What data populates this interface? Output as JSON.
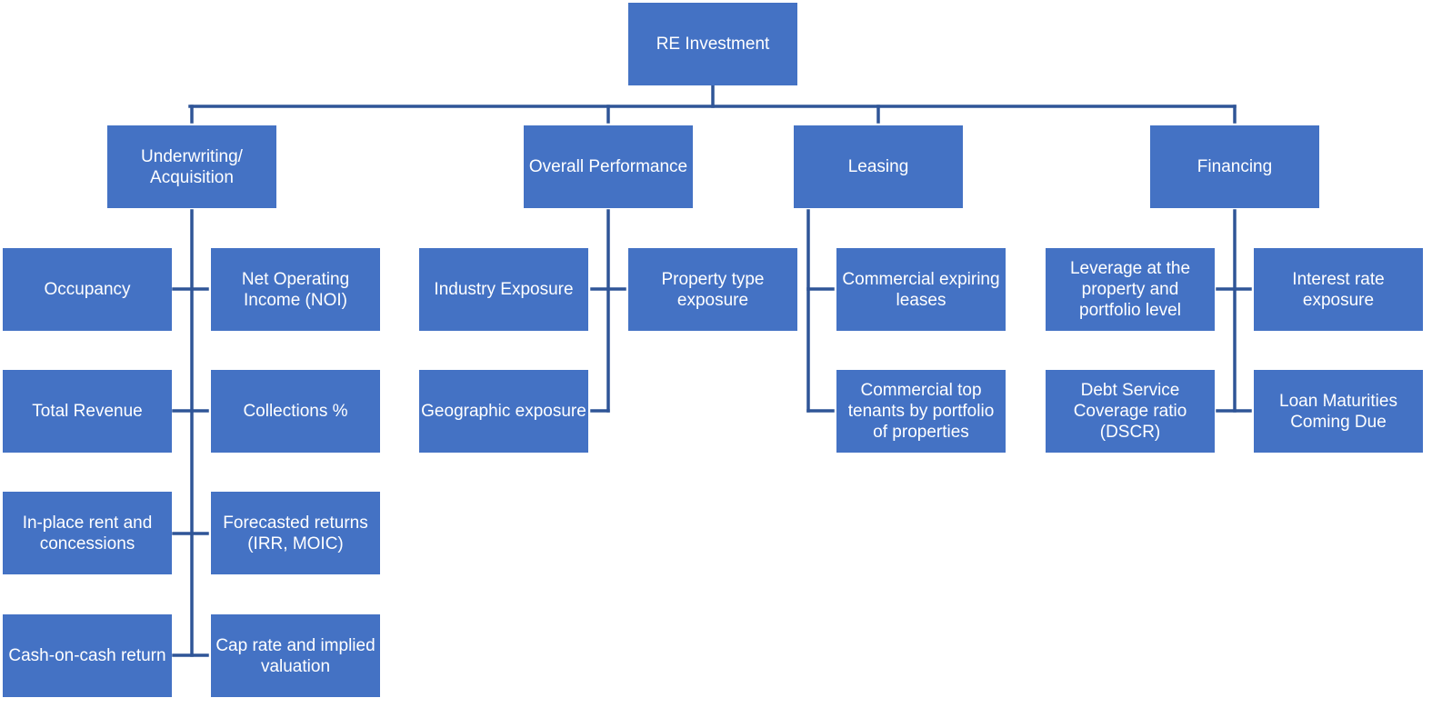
{
  "colors": {
    "box_fill": "#4472C4",
    "connector": "#2F5597",
    "text": "#FFFFFF",
    "background": "#FFFFFF"
  },
  "root": {
    "label": "RE Investment"
  },
  "categories": [
    {
      "id": "underwriting",
      "label": "Underwriting/\nAcquisition",
      "children": [
        "Occupancy",
        "Net Operating\nIncome (NOI)",
        "Total Revenue",
        "Collections %",
        "In-place rent and\nconcessions",
        "Forecasted returns\n(IRR, MOIC)",
        "Cash-on-cash return",
        "Cap rate and implied\nvaluation"
      ]
    },
    {
      "id": "performance",
      "label": "Overall Performance",
      "children": [
        "Industry Exposure",
        "Property type\nexposure",
        "Geographic exposure"
      ]
    },
    {
      "id": "leasing",
      "label": "Leasing",
      "children": [
        "Commercial expiring\nleases",
        "Commercial top\ntenants by portfolio\nof properties"
      ]
    },
    {
      "id": "financing",
      "label": "Financing",
      "children": [
        "Leverage at the\nproperty and\nportfolio level",
        "Interest rate\nexposure",
        "Debt Service\nCoverage ratio\n(DSCR)",
        "Loan Maturities\nComing Due"
      ]
    }
  ]
}
